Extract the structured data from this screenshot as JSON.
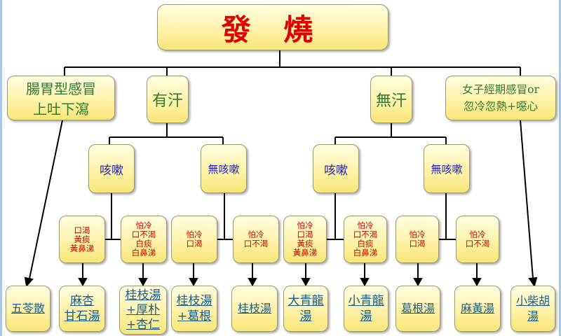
{
  "root": {
    "label": "發 燒"
  },
  "categories": {
    "gi": {
      "line1": "腸胃型感冒",
      "line2": "上吐下瀉"
    },
    "sweat": "有汗",
    "no_sweat": "無汗",
    "female": {
      "line1": "女子經期感冒or",
      "line2": "忽冷忽熱+噁心"
    }
  },
  "symptoms": {
    "sweat_cough": "咳嗽",
    "sweat_no_cough": "無咳嗽",
    "nosweat_cough": "咳嗽",
    "nosweat_no_cough": "無咳嗽"
  },
  "conditions": {
    "c1": [
      "口渴",
      "黃痰",
      "黃鼻涕"
    ],
    "c2": [
      "怕冷",
      "口不渴",
      "白痰",
      "白鼻涕"
    ],
    "c3": [
      "怕冷",
      "口渴"
    ],
    "c4": [
      "怕冷",
      "口不渴"
    ],
    "c5": [
      "怕冷",
      "口渴",
      "黃痰",
      "黃鼻涕"
    ],
    "c6": [
      "怕冷",
      "口不渴",
      "白痰",
      "白鼻涕"
    ],
    "c7": [
      "怕冷",
      "口渴"
    ],
    "c8": [
      "怕冷",
      "口不渴"
    ]
  },
  "remedies": {
    "r0": [
      "五苓散"
    ],
    "r1": [
      "麻杏",
      "甘石湯"
    ],
    "r2": [
      "桂枝湯",
      "+厚朴",
      "+杏仁"
    ],
    "r3": [
      "桂枝湯",
      "+葛根"
    ],
    "r4": [
      "桂枝湯"
    ],
    "r5": [
      "大青龍",
      "湯"
    ],
    "r6": [
      "小青龍",
      "湯"
    ],
    "r7": [
      "葛根湯"
    ],
    "r8": [
      "麻黃湯"
    ],
    "r9": [
      "小柴胡",
      "湯"
    ]
  }
}
